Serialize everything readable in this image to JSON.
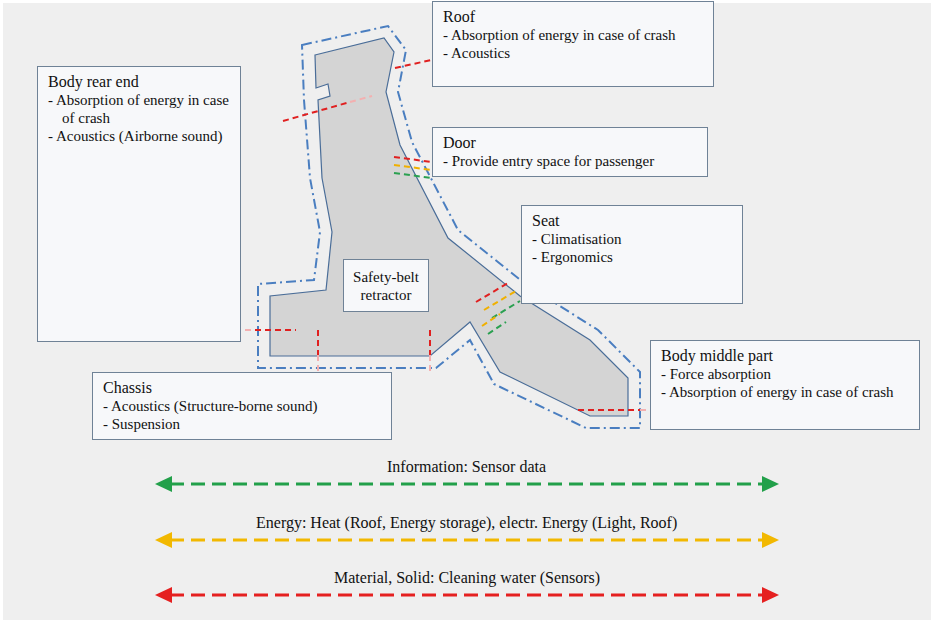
{
  "diagram": {
    "nodes": [
      {
        "text": [
          "Body rear end",
          "- Absorption of energy in case of crash",
          "- Acoustics (Airborne sound)"
        ]
      },
      {
        "text": [
          "Roof",
          "- Absorption of energy in case of crash",
          "- Acoustics"
        ]
      },
      {
        "text": [
          "Door",
          "- Provide entry space for passenger"
        ]
      },
      {
        "text": [
          "Seat",
          "- Climatisation",
          "- Ergonomics"
        ]
      },
      {
        "text": [
          "Safety-belt retractor"
        ]
      },
      {
        "text": [
          "Chassis",
          "- Acoustics (Structure-borne sound)",
          "- Suspension"
        ]
      },
      {
        "text": [
          "Body middle part",
          "- Force absorption",
          "- Absorption of energy in case of crash"
        ]
      }
    ],
    "legend": [
      {
        "text": "Information: Sensor data"
      },
      {
        "text": "Energy: Heat (Roof, Energy storage), electr. Energy (Light, Roof)"
      },
      {
        "text": "Material, Solid: Cleaning water (Sensors)"
      }
    ]
  }
}
